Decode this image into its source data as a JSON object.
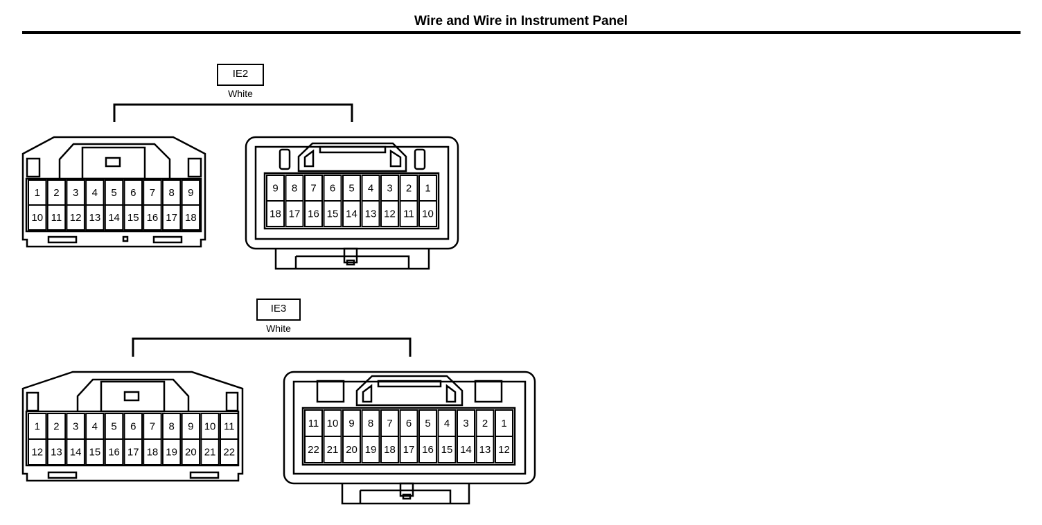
{
  "page": {
    "title": "Wire and Wire in Instrument Panel"
  },
  "connectors": [
    {
      "code": "IE2",
      "color": "White",
      "male_pins_top": [
        "1",
        "2",
        "3",
        "4",
        "5",
        "6",
        "7",
        "8",
        "9"
      ],
      "male_pins_bottom": [
        "10",
        "11",
        "12",
        "13",
        "14",
        "15",
        "16",
        "17",
        "18"
      ],
      "female_pins_top": [
        "9",
        "8",
        "7",
        "6",
        "5",
        "4",
        "3",
        "2",
        "1"
      ],
      "female_pins_bottom": [
        "18",
        "17",
        "16",
        "15",
        "14",
        "13",
        "12",
        "11",
        "10"
      ]
    },
    {
      "code": "IE3",
      "color": "White",
      "male_pins_top": [
        "1",
        "2",
        "3",
        "4",
        "5",
        "6",
        "7",
        "8",
        "9",
        "10",
        "11"
      ],
      "male_pins_bottom": [
        "12",
        "13",
        "14",
        "15",
        "16",
        "17",
        "18",
        "19",
        "20",
        "21",
        "22"
      ],
      "female_pins_top": [
        "11",
        "10",
        "9",
        "8",
        "7",
        "6",
        "5",
        "4",
        "3",
        "2",
        "1"
      ],
      "female_pins_bottom": [
        "22",
        "21",
        "20",
        "19",
        "18",
        "17",
        "16",
        "15",
        "14",
        "13",
        "12"
      ]
    }
  ]
}
